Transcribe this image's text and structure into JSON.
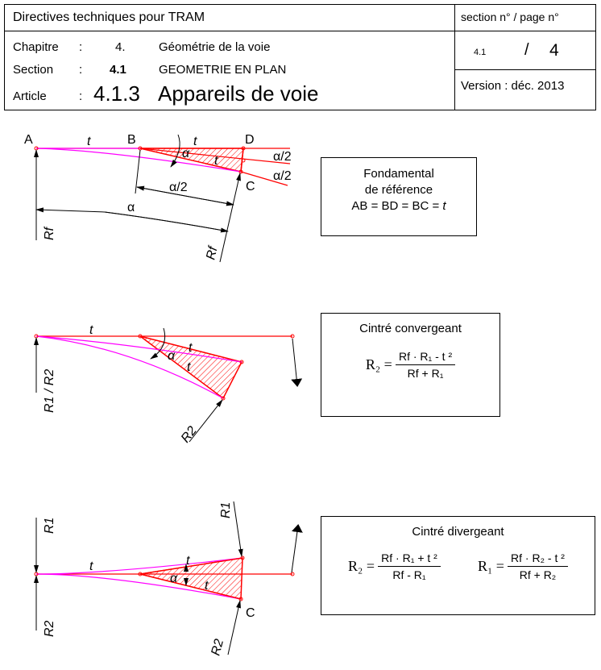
{
  "header": {
    "title": "Directives techniques pour TRAM",
    "section_page_label": "section n°   / page n°",
    "chapitre_label": "Chapitre",
    "chapitre_num": "4.",
    "chapitre_title": "Géométrie de la voie",
    "section_label": "Section",
    "section_num": "4.1",
    "section_title": "GEOMETRIE EN PLAN",
    "article_label": "Article",
    "article_num": "4.1.3",
    "article_title": "Appareils de voie",
    "colon": ":",
    "section_no": "4.1",
    "slash": "/",
    "page_no": "4",
    "version": "Version :  déc. 2013"
  },
  "diagram1": {
    "labels": {
      "A": "A",
      "B": "B",
      "C": "C",
      "D": "D",
      "t": "t",
      "alpha": "α",
      "alpha_half": "α/2",
      "rf": "Rf"
    },
    "box": {
      "line1": "Fondamental",
      "line2": "de référence",
      "line3": "AB = BD = BC = ",
      "line3_t": "t"
    }
  },
  "diagram2": {
    "labels": {
      "t": "t",
      "alpha": "α",
      "r1r2": "R1 / R2",
      "r2": "R2"
    },
    "box": {
      "title": "Cintré convergeant",
      "lhs": "R₂ =",
      "num": "Rf · R₁ - t ²",
      "den": "Rf + R₁"
    }
  },
  "diagram3": {
    "labels": {
      "t": "t",
      "alpha": "α",
      "C": "C",
      "r1": "R1",
      "r2": "R2"
    },
    "box": {
      "title": "Cintré divergeant",
      "lhs1": "R₂ =",
      "num1": "Rf · R₁ + t ²",
      "den1": "Rf - R₁",
      "lhs2": "R₁ =",
      "num2": "Rf · R₂ - t ²",
      "den2": "Rf + R₂"
    }
  },
  "colors": {
    "red": "#ff0000",
    "magenta": "#ff00ff"
  }
}
